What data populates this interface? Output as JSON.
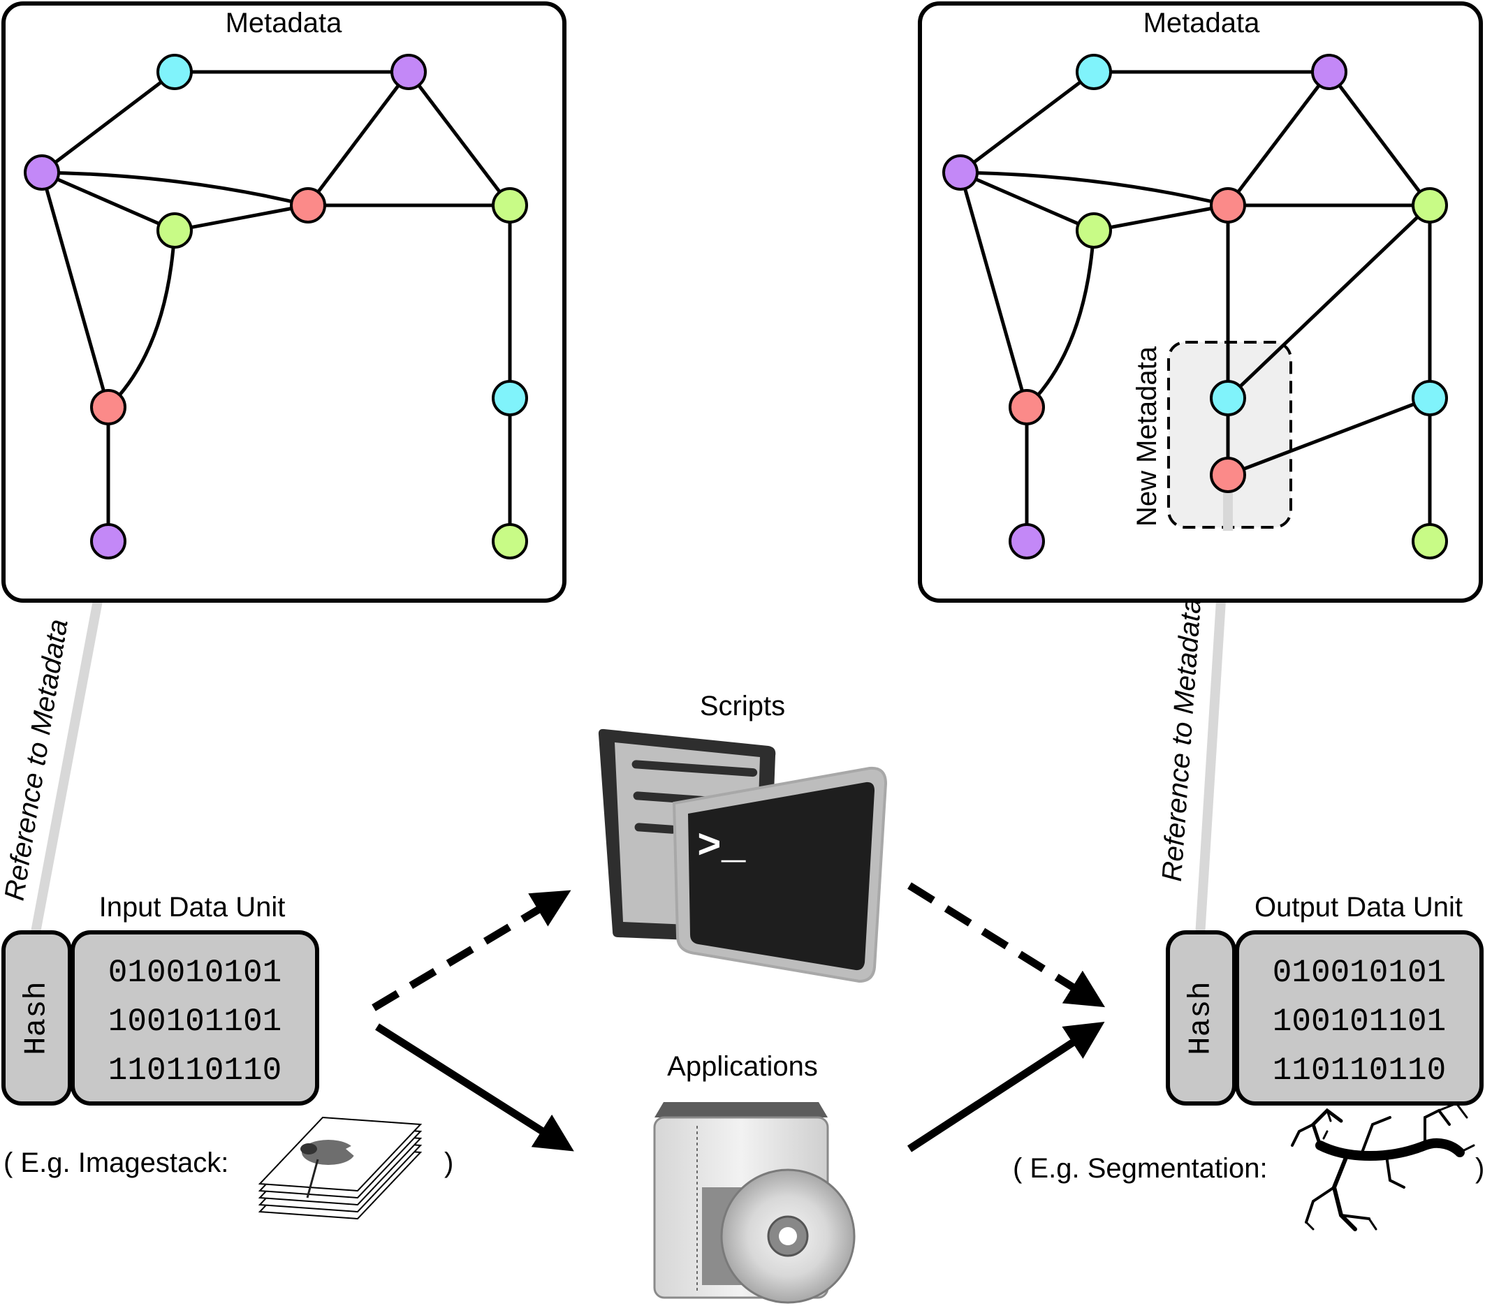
{
  "metadata_left": {
    "title": "Metadata"
  },
  "metadata_right": {
    "title": "Metadata",
    "new_metadata_label": "New Metadata"
  },
  "reference_label": "Reference to Metadata",
  "input_unit": {
    "title": "Input Data Unit",
    "hash_label": "Hash",
    "bits": [
      "010010101",
      "100101101",
      "110110110"
    ],
    "example_prefix": "( E.g. Imagestack:",
    "example_suffix": ")"
  },
  "output_unit": {
    "title": "Output Data Unit",
    "hash_label": "Hash",
    "bits": [
      "010010101",
      "100101101",
      "110110110"
    ],
    "example_prefix": "( E.g. Segmentation:",
    "example_suffix": ")"
  },
  "scripts": {
    "title": "Scripts",
    "prompt": ">_"
  },
  "applications": {
    "title": "Applications"
  },
  "colors": {
    "cyan": "#80f3fb",
    "purple": "#c388f7",
    "green": "#c8fb86",
    "red": "#fb8a89",
    "reference_line": "#d8d8d8",
    "box_gray": "#c8c8c8",
    "terminal": "#1e1e1e"
  }
}
